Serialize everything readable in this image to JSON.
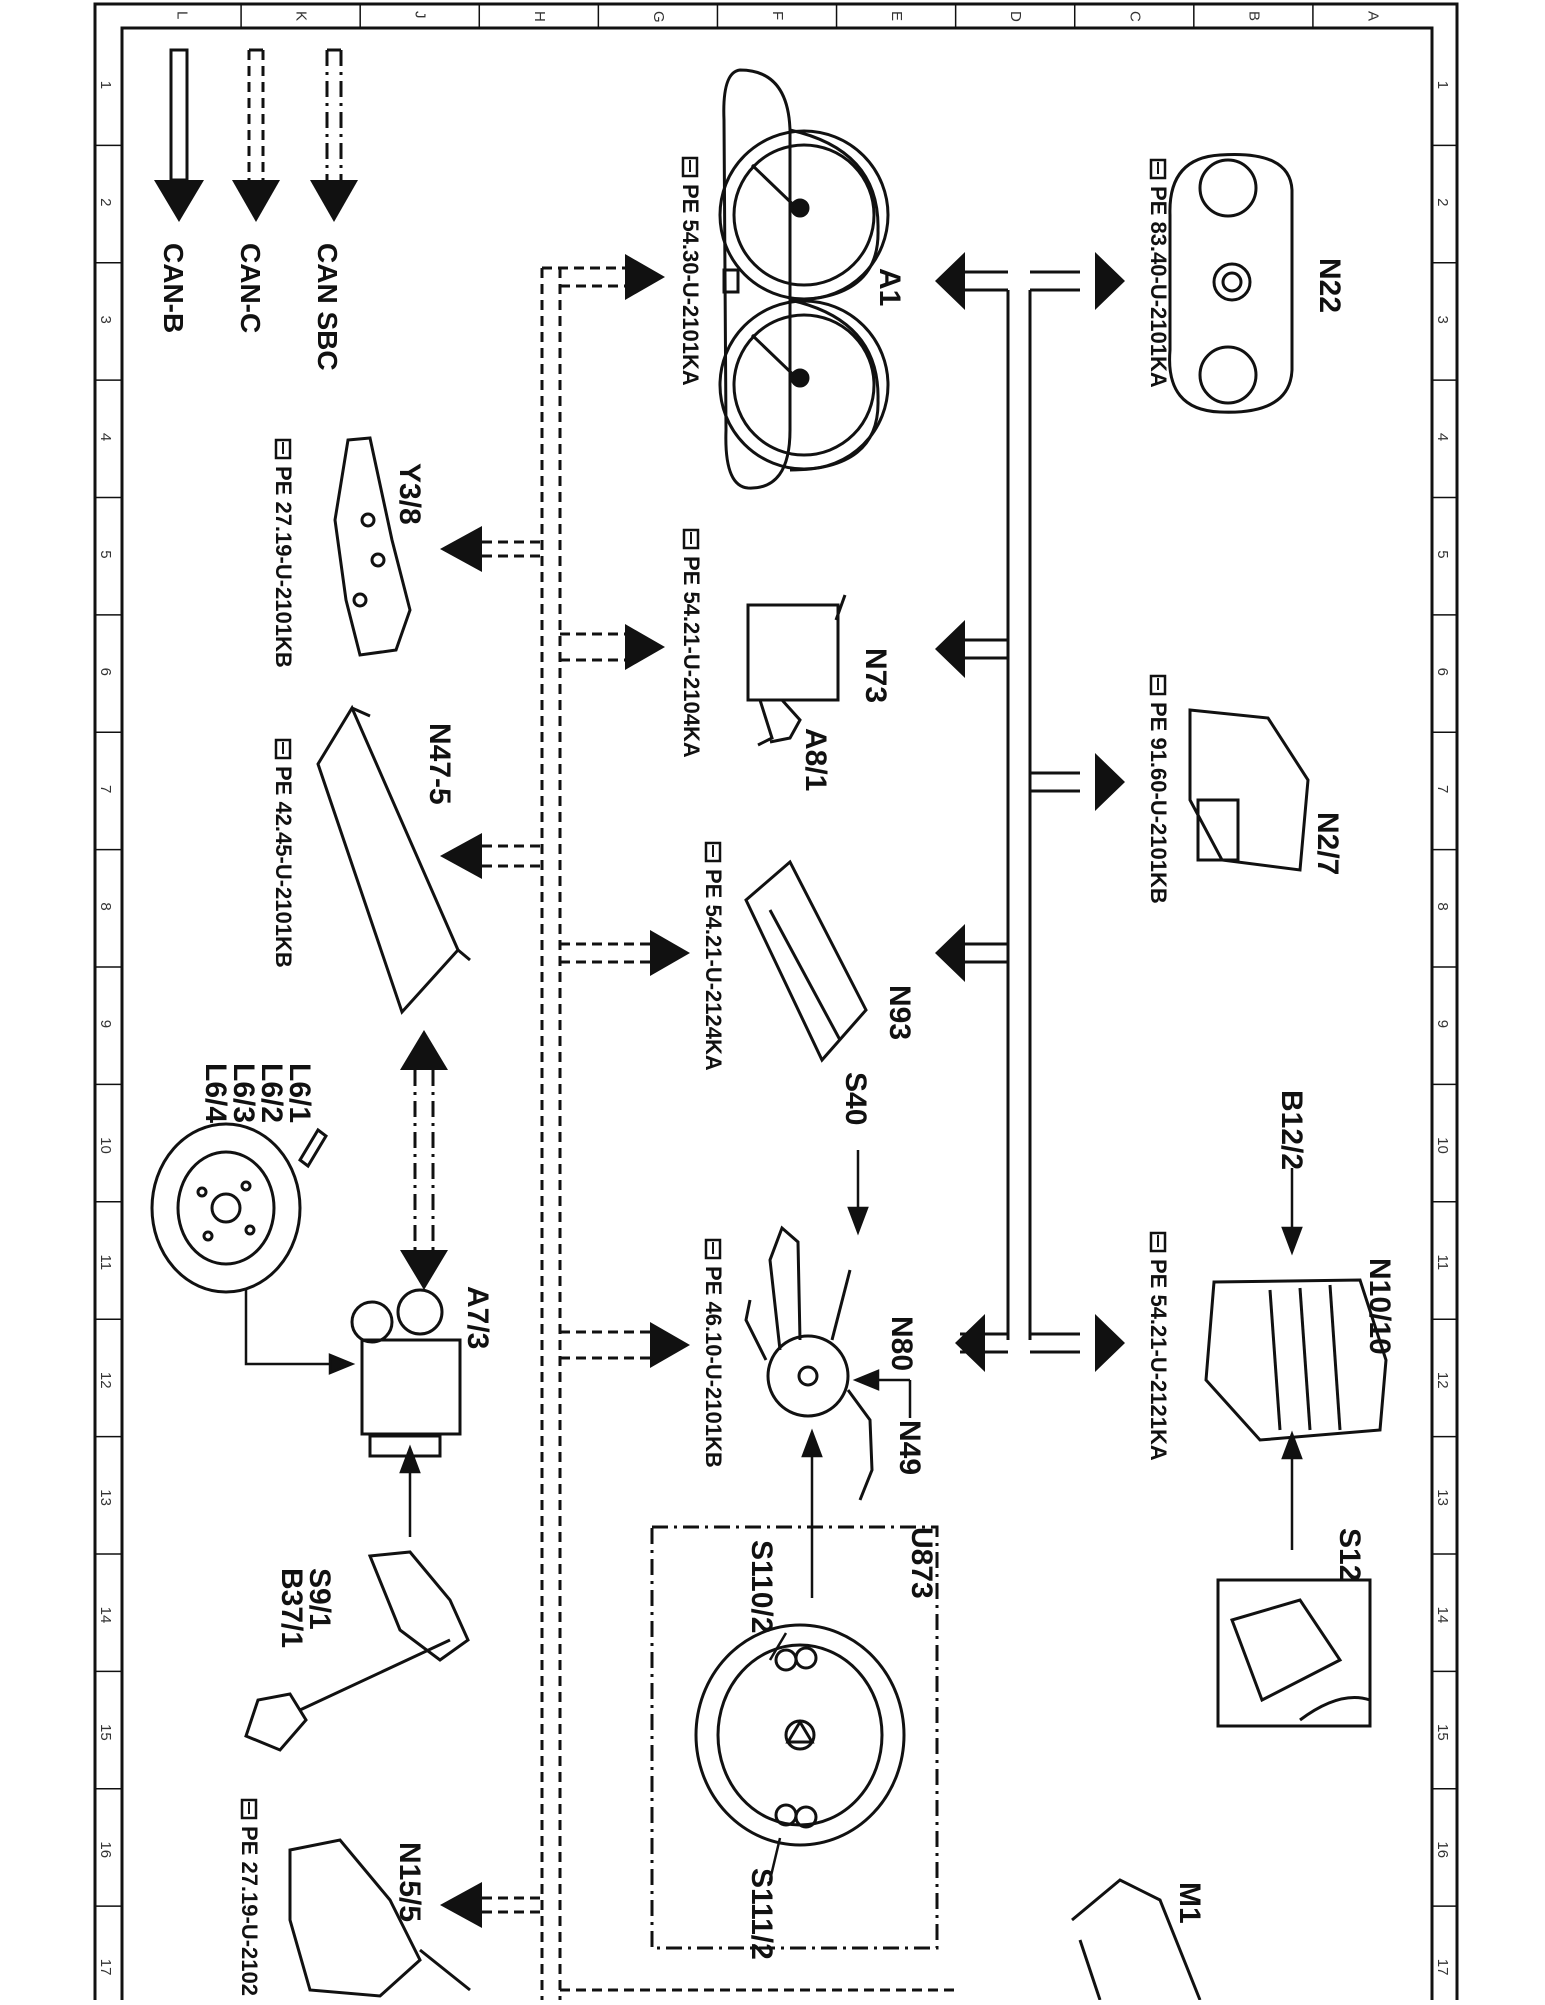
{
  "grid": {
    "top_letters": [
      "L",
      "K",
      "J",
      "H",
      "G",
      "F",
      "E",
      "D",
      "C",
      "B",
      "A"
    ],
    "side_numbers": [
      "1",
      "2",
      "3",
      "4",
      "5",
      "6",
      "7",
      "8",
      "9",
      "10",
      "11",
      "12",
      "13",
      "14",
      "15",
      "16",
      "17"
    ]
  },
  "legend": {
    "can_sbc": "CAN SBC",
    "can_c": "CAN-C",
    "can_b": "CAN-B"
  },
  "components": {
    "a1": "A1",
    "n22": "N22",
    "n73": "N73",
    "a8_1": "A8/1",
    "n2_7": "N2/7",
    "n93": "N93",
    "n10_10": "N10/10",
    "b12_2": "B12/2",
    "s40": "S40",
    "n80": "N80",
    "n49": "N49",
    "s12": "S12",
    "u873": "U873",
    "s110_2": "S110/2",
    "s111_2": "S111/2",
    "m1": "M1",
    "y3_8": "Y3/8",
    "n47_5": "N47-5",
    "l6_1": "L6/1",
    "l6_2": "L6/2",
    "l6_3": "L6/3",
    "l6_4": "L6/4",
    "a7_3": "A7/3",
    "s9_1": "S9/1",
    "b37_1": "B37/1",
    "n15_5": "N15/5"
  },
  "refs": {
    "a1": "PE 54.30-U-2101KA",
    "n22": "PE 83.40-U-2101KA",
    "n73": "PE 54.21-U-2104KA",
    "n2_7": "PE 91.60-U-2101KB",
    "n93": "PE 54.21-U-2124KA",
    "n10_10": "PE 54.21-U-2121KA",
    "n80": "PE 46.10-U-2101KB",
    "y3_8": "PE 27.19-U-2101KB",
    "n47_5": "PE 42.45-U-2101KB",
    "n15_5": "PE 27.19-U-2102"
  }
}
